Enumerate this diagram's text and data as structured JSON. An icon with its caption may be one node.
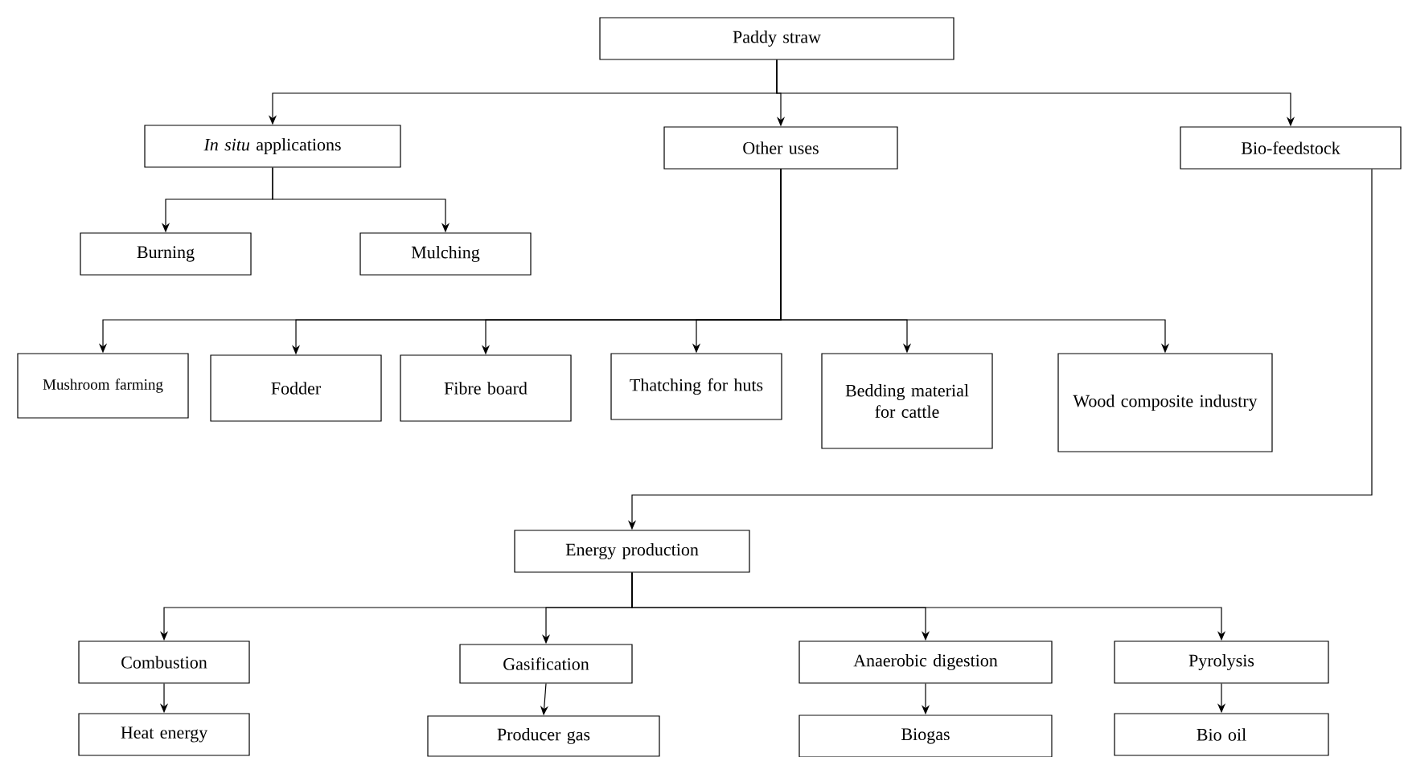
{
  "diagram": {
    "nodes": [
      {
        "text": [
          "Paddy straw"
        ]
      },
      {
        "text": [
          "*In situ* applications"
        ]
      },
      {
        "text": [
          "Other uses"
        ]
      },
      {
        "text": [
          "Bio-feedstock"
        ]
      },
      {
        "text": [
          "Burning"
        ]
      },
      {
        "text": [
          "Mulching"
        ]
      },
      {
        "text": [
          "Mushroom farming"
        ]
      },
      {
        "text": [
          "Fodder"
        ]
      },
      {
        "text": [
          "Fibre board"
        ]
      },
      {
        "text": [
          "Thatching for huts"
        ]
      },
      {
        "text": [
          "Bedding material for cattle"
        ]
      },
      {
        "text": [
          "Wood composite industry"
        ]
      },
      {
        "text": [
          "Energy production"
        ]
      },
      {
        "text": [
          "Combustion"
        ]
      },
      {
        "text": [
          "Gasification"
        ]
      },
      {
        "text": [
          "Anaerobic digestion"
        ]
      },
      {
        "text": [
          "Pyrolysis"
        ]
      },
      {
        "text": [
          "Heat energy"
        ]
      },
      {
        "text": [
          "Producer gas"
        ]
      },
      {
        "text": [
          "Biogas"
        ]
      },
      {
        "text": [
          "Bio oil"
        ]
      }
    ],
    "edges": [
      {
        "from": 0,
        "to": 1,
        "arrow": "to"
      },
      {
        "from": 0,
        "to": 2,
        "arrow": "to"
      },
      {
        "from": 0,
        "to": 3,
        "arrow": "to"
      },
      {
        "from": 1,
        "to": 4,
        "arrow": "to"
      },
      {
        "from": 1,
        "to": 5,
        "arrow": "to"
      },
      {
        "from": 2,
        "to": 6,
        "arrow": "to"
      },
      {
        "from": 2,
        "to": 7,
        "arrow": "to"
      },
      {
        "from": 2,
        "to": 8,
        "arrow": "to"
      },
      {
        "from": 2,
        "to": 9,
        "arrow": "to"
      },
      {
        "from": 2,
        "to": 10,
        "arrow": "to"
      },
      {
        "from": 2,
        "to": 11,
        "arrow": "to"
      },
      {
        "from": 3,
        "to": 12,
        "arrow": "to"
      },
      {
        "from": 12,
        "to": 13,
        "arrow": "to"
      },
      {
        "from": 12,
        "to": 14,
        "arrow": "to"
      },
      {
        "from": 12,
        "to": 15,
        "arrow": "to"
      },
      {
        "from": 12,
        "to": 16,
        "arrow": "to"
      },
      {
        "from": 13,
        "to": 17,
        "arrow": "to"
      },
      {
        "from": 14,
        "to": 18,
        "arrow": "to"
      },
      {
        "from": 15,
        "to": 19,
        "arrow": "to"
      },
      {
        "from": 16,
        "to": 20,
        "arrow": "to"
      }
    ]
  }
}
